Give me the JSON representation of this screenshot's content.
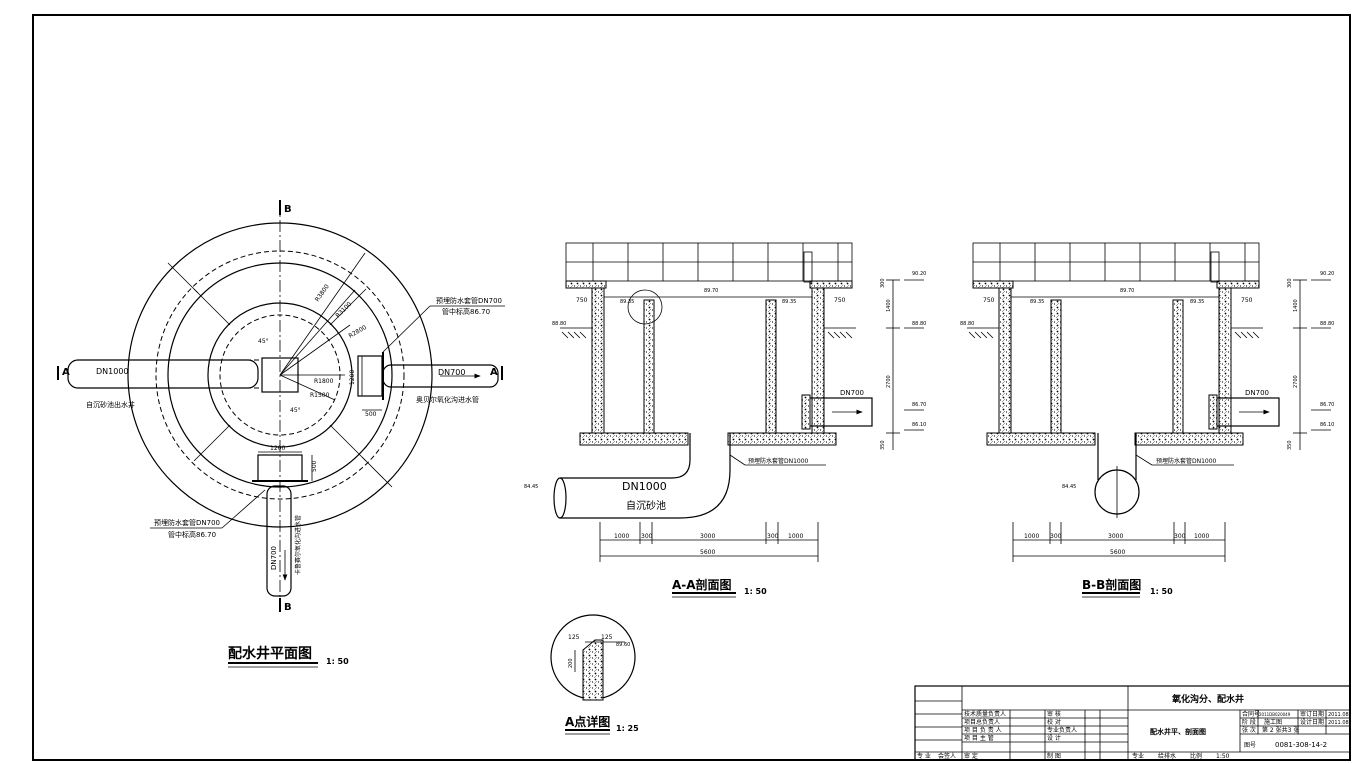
{
  "plan": {
    "title": "配水井平面图",
    "scale": "1: 50",
    "marks": {
      "a": "A",
      "b": "B"
    },
    "radii": [
      "R3800",
      "R3100",
      "R2800",
      "R1800",
      "R1500"
    ],
    "angle": "45°",
    "pipe_left": "DN1000",
    "pipe_left_note": "自沉砂池出水井",
    "pipe_right": "DN700",
    "pipe_right_note": "奥贝尔氧化沟进水管",
    "pipe_down": "DN700",
    "pipe_down_note": "卡鲁赛尔氧化沟进水管",
    "sleeve_right": "预埋防水套管DN700",
    "sleeve_right_elev": "管中标高86.70",
    "sleeve_down": "预埋防水套管DN700",
    "sleeve_down_elev": "管中标高86.70",
    "dims": [
      "1200",
      "500",
      "1200",
      "500"
    ]
  },
  "section_aa": {
    "title": "A-A剖面图",
    "scale": "1: 50",
    "levels": [
      "90.20",
      "89.70",
      "89.35",
      "89.35",
      "88.80",
      "86.70",
      "86.10",
      "84.45"
    ],
    "dims_top": [
      "750",
      "750",
      "1400",
      "2700",
      "300",
      "350"
    ],
    "pipe_big": "DN1000",
    "pipe_big_note": "自沉砂池",
    "pipe_small": "DN700",
    "sleeve": "预埋防水套管DN1000",
    "dims_bottom": [
      "1000",
      "300",
      "3000",
      "300",
      "1000"
    ],
    "total": "5600"
  },
  "section_bb": {
    "title": "B-B剖面图",
    "scale": "1: 50",
    "levels": [
      "90.20",
      "89.70",
      "89.35",
      "89.35",
      "88.80",
      "86.70",
      "86.10",
      "84.45"
    ],
    "pipe_small": "DN700",
    "sleeve": "预埋防水套管DN1000",
    "dims_bottom": [
      "1000",
      "300",
      "3000",
      "300",
      "1000"
    ],
    "total": "5600"
  },
  "detail": {
    "title": "A点详图",
    "scale": "1: 25",
    "dims": [
      "125",
      "125",
      "200"
    ],
    "level": "89.60"
  },
  "title_block": {
    "project": "氧化沟分、配水井",
    "drawing": "配水井平、剖面图",
    "drawing_no": "0081-308-14-2",
    "contract": "合同号",
    "contract_val": "2011DB020049",
    "review_date": "审订日期",
    "date1": "2011.08",
    "stage": "阶 段",
    "stage_val": "施工图",
    "design_date": "设计日期",
    "date2": "2011.08",
    "sheet": "张 次",
    "sheet_val": "第 2 张共3 张",
    "drawing_label": "图号",
    "roles_left": [
      "技术质量负责人",
      "项目总负责人",
      "项 目 负 责 人",
      "项 目 主 管",
      "审   定"
    ],
    "roles_mid": [
      "审    核",
      "校    对",
      "专业负责人",
      "设    计",
      "制    图"
    ],
    "bottom_left": [
      "专 业",
      "会签人"
    ],
    "bottom": [
      "专业",
      "给排水",
      "比例",
      "1:50"
    ]
  }
}
